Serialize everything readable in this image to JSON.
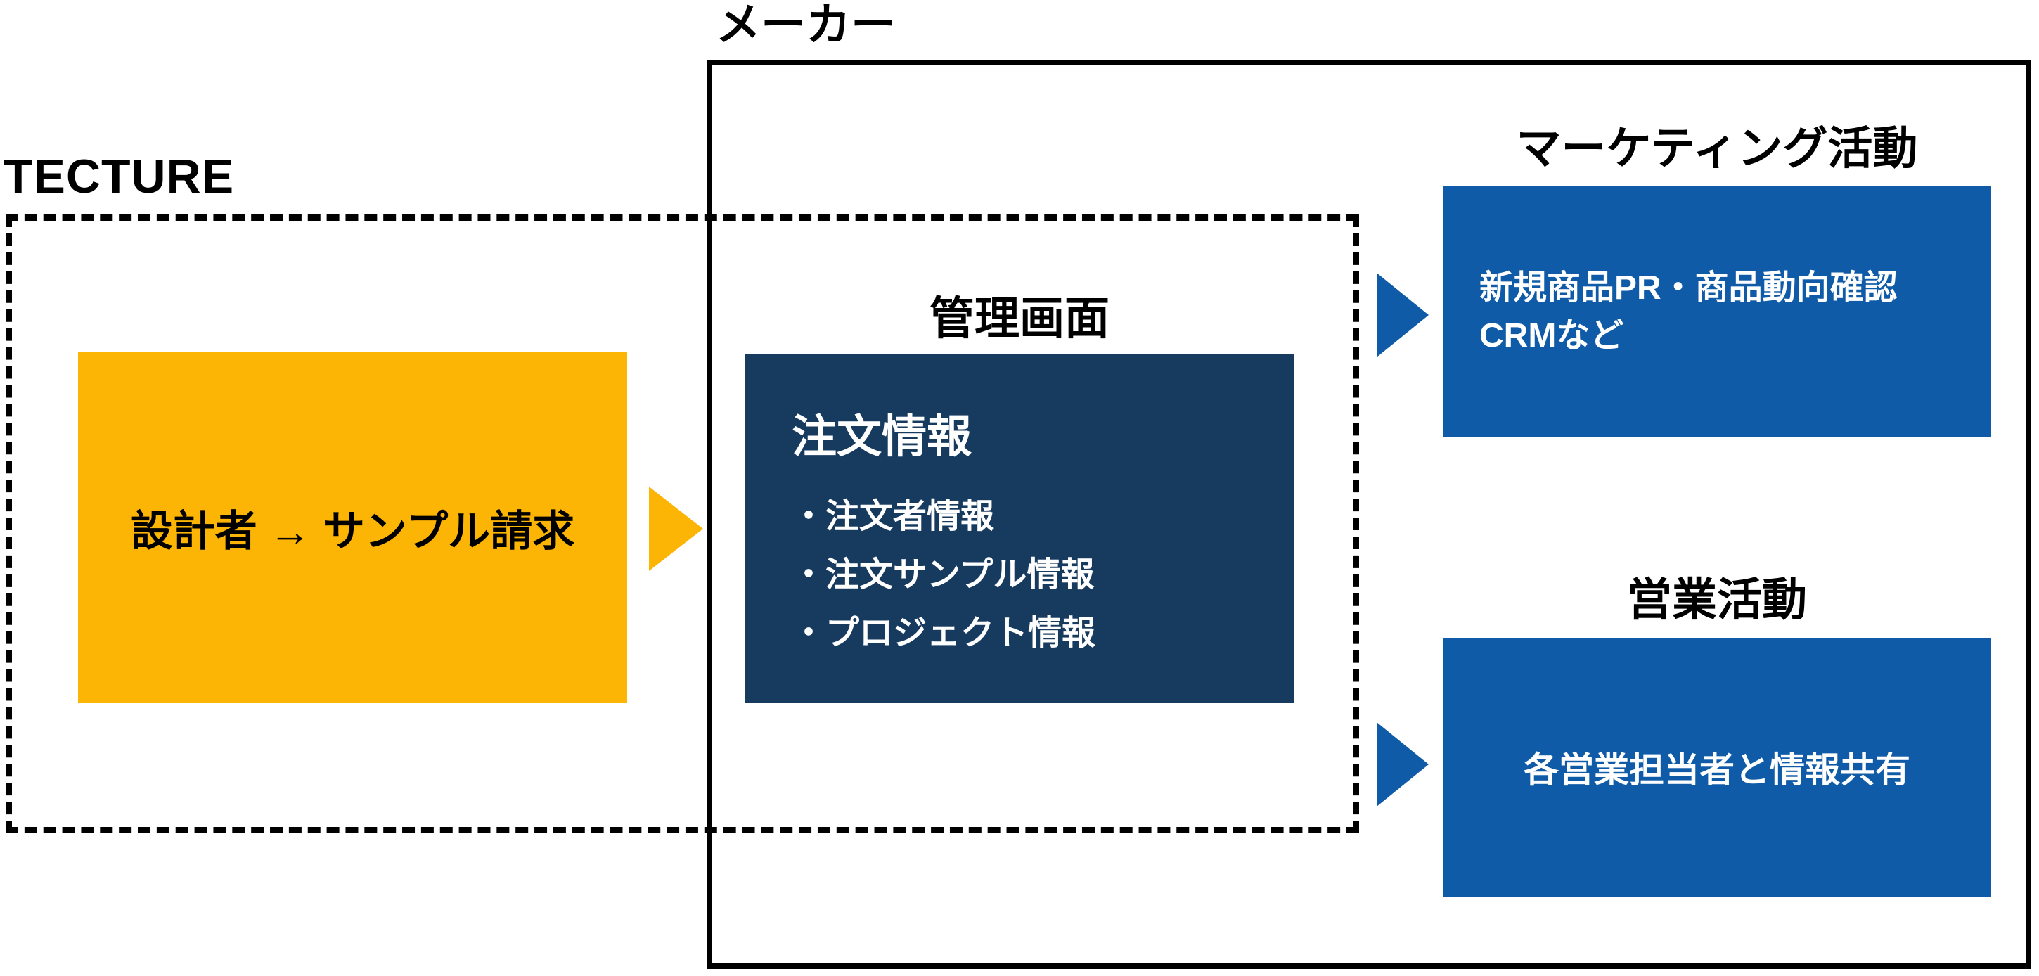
{
  "colors": {
    "yellow": "#FCB505",
    "navy": "#173A5F",
    "blue": "#0F5BA7",
    "black": "#000000",
    "background": "#FFFFFF"
  },
  "tecture": {
    "label": "TECTURE",
    "request_box_text": "設計者 → サンプル請求"
  },
  "maker": {
    "label": "メーカー"
  },
  "admin_panel": {
    "label": "管理画面",
    "heading": "注文情報",
    "bullets": [
      "・注文者情報",
      "・注文サンプル情報",
      "・プロジェクト情報"
    ]
  },
  "marketing": {
    "label": "マーケティング活動",
    "line1": "新規商品PR・商品動向確認",
    "line2": "CRMなど"
  },
  "sales": {
    "label": "営業活動",
    "text": "各営業担当者と情報共有"
  }
}
